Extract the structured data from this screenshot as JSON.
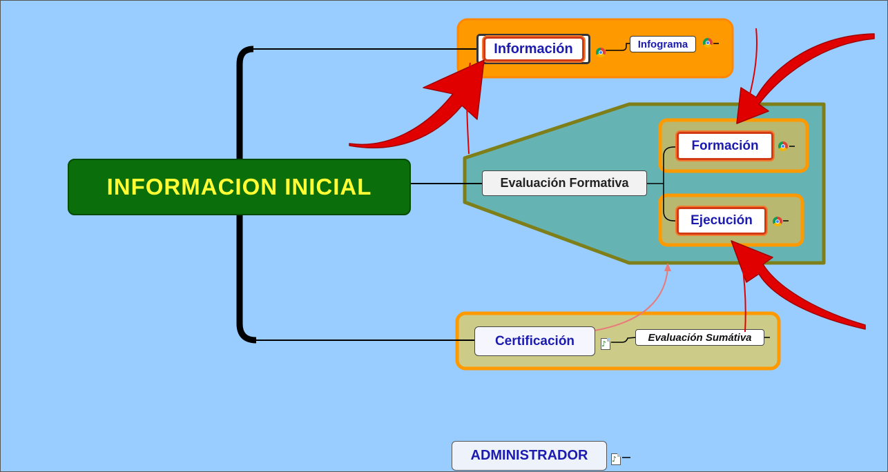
{
  "root": {
    "label": "INFORMACION INICIAL"
  },
  "topics": {
    "informacion": "Información",
    "infograma": "Infograma",
    "evaluacion_formativa": "Evaluación Formativa",
    "formacion": "Formación",
    "ejecucion": "Ejecución",
    "certificacion": "Certificación",
    "evaluacion_sumativa": "Evaluación Sumátiva",
    "administrador": "ADMINISTRADOR"
  },
  "icons": {
    "link": "chrome-link-icon",
    "attachment": "document-attachment-icon"
  },
  "colors": {
    "background": "#99ccff",
    "root_fill": "#0a6e0a",
    "root_text": "#ffff33",
    "topic_text": "#1b1bb0",
    "boundary_orange": "#ff9900",
    "boundary_olive": "#7f7f1a",
    "boundary_teal": "#66b3b3",
    "boundary_khaki": "#cccc88",
    "arrow_red": "#e00000"
  }
}
